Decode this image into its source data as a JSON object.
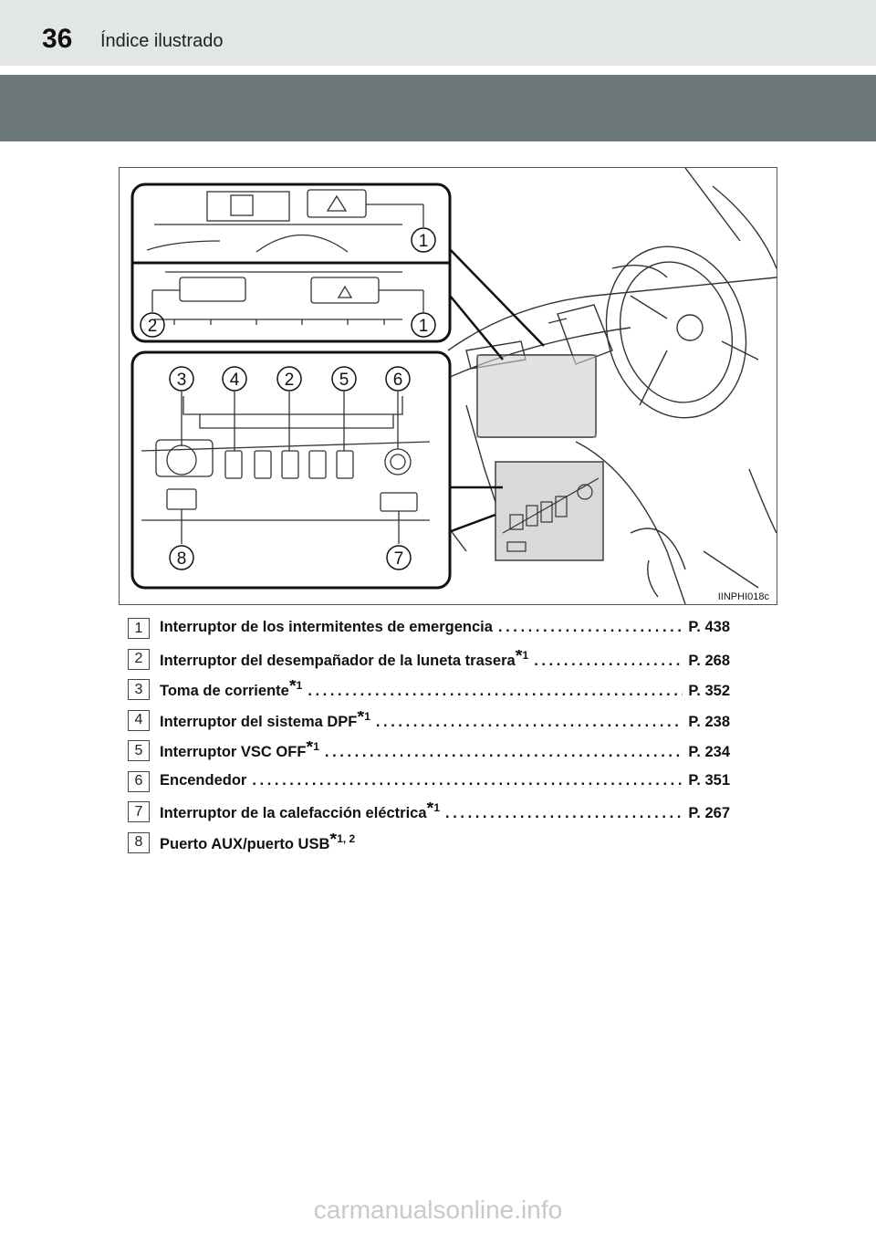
{
  "header": {
    "page_number": "36",
    "section_title": "Índice ilustrado"
  },
  "figure": {
    "code": "IINPHI018c",
    "callouts_top": [
      "1",
      "2",
      "1"
    ],
    "callouts_bottom_top": [
      "3",
      "4",
      "2",
      "5",
      "6"
    ],
    "callouts_bottom_bottom": [
      "8",
      "7"
    ]
  },
  "items": [
    {
      "num": "1",
      "label": "Interruptor de los intermitentes de emergencia",
      "sup": "",
      "ref": "P. 438"
    },
    {
      "num": "2",
      "label": "Interruptor del desempañador de la luneta trasera",
      "sup": "1",
      "ref": "P. 268"
    },
    {
      "num": "3",
      "label": "Toma de corriente",
      "sup": "1",
      "ref": "P. 352"
    },
    {
      "num": "4",
      "label": "Interruptor del sistema DPF",
      "sup": "1",
      "ref": "P. 238"
    },
    {
      "num": "5",
      "label": "Interruptor VSC OFF",
      "sup": "1",
      "ref": "P. 234"
    },
    {
      "num": "6",
      "label": "Encendedor",
      "sup": "",
      "ref": "P. 351"
    },
    {
      "num": "7",
      "label": "Interruptor de la calefacción eléctrica",
      "sup": "1",
      "ref": "P. 267"
    },
    {
      "num": "8",
      "label": "Puerto AUX/puerto USB",
      "sup": "1, 2",
      "ref": ""
    }
  ],
  "footer": {
    "watermark": "carmanualsonline.info"
  }
}
